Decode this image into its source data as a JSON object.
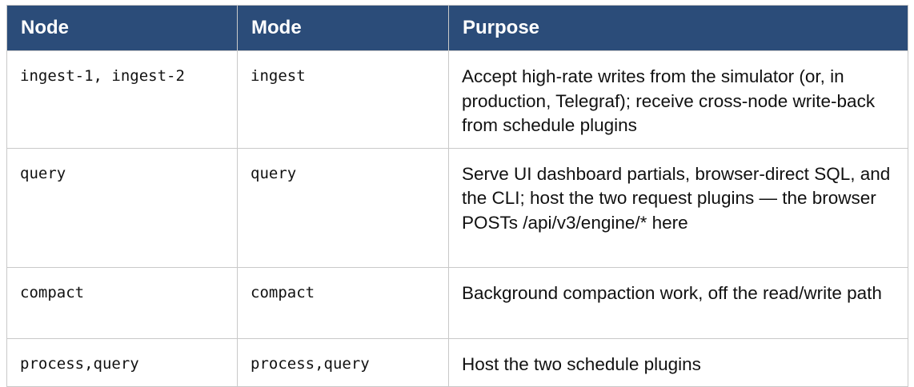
{
  "table": {
    "headers": {
      "node": "Node",
      "mode": "Mode",
      "purpose": "Purpose"
    },
    "rows": [
      {
        "node": "ingest-1, ingest-2",
        "mode": "ingest",
        "purpose": "Accept high-rate writes from the simulator (or, in production, Telegraf); receive cross-node write-back from schedule plugins"
      },
      {
        "node": "query",
        "mode": "query",
        "purpose": "Serve UI dashboard partials, browser-direct SQL, and the CLI; host the two request plugins — the browser POSTs /api/v3/engine/* here"
      },
      {
        "node": "compact",
        "mode": "compact",
        "purpose": "Background compaction work, off the read/write path"
      },
      {
        "node": "process,query",
        "mode": "process,query",
        "purpose": "Host the two schedule plugins"
      }
    ]
  },
  "colors": {
    "header_bg": "#2b4c79",
    "header_text": "#ffffff",
    "border": "#c9c9c9"
  }
}
